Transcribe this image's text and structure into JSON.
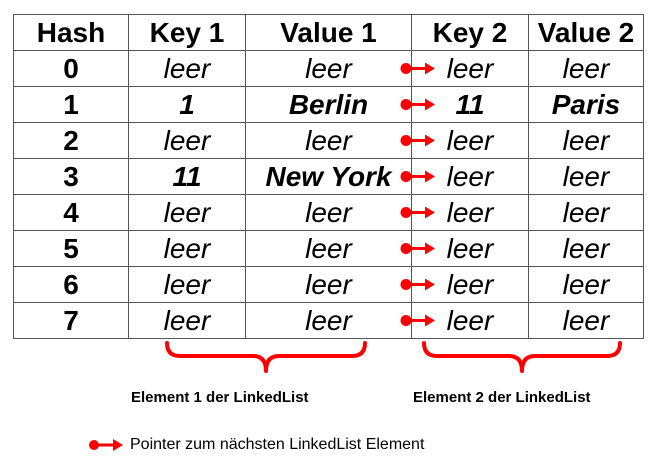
{
  "headers": [
    "Hash",
    "Key 1",
    "Value 1",
    "Key 2",
    "Value 2"
  ],
  "rows": [
    {
      "hash": "0",
      "key1": "leer",
      "value1": "leer",
      "key2": "leer",
      "value2": "leer",
      "filled1": false,
      "filled2": false
    },
    {
      "hash": "1",
      "key1": "1",
      "value1": "Berlin",
      "key2": "11",
      "value2": "Paris",
      "filled1": true,
      "filled2": true
    },
    {
      "hash": "2",
      "key1": "leer",
      "value1": "leer",
      "key2": "leer",
      "value2": "leer",
      "filled1": false,
      "filled2": false
    },
    {
      "hash": "3",
      "key1": "11",
      "value1": "New York",
      "key2": "leer",
      "value2": "leer",
      "filled1": true,
      "filled2": false
    },
    {
      "hash": "4",
      "key1": "leer",
      "value1": "leer",
      "key2": "leer",
      "value2": "leer",
      "filled1": false,
      "filled2": false
    },
    {
      "hash": "5",
      "key1": "leer",
      "value1": "leer",
      "key2": "leer",
      "value2": "leer",
      "filled1": false,
      "filled2": false
    },
    {
      "hash": "6",
      "key1": "leer",
      "value1": "leer",
      "key2": "leer",
      "value2": "leer",
      "filled1": false,
      "filled2": false
    },
    {
      "hash": "7",
      "key1": "leer",
      "value1": "leer",
      "key2": "leer",
      "value2": "leer",
      "filled1": false,
      "filled2": false
    }
  ],
  "labels": {
    "element1": "Element 1 der LinkedList",
    "element2": "Element 2 der LinkedList"
  },
  "legend": {
    "text": "Pointer zum nächsten LinkedList Element"
  },
  "icons": {
    "pointer": "pointer-arrow-icon",
    "brace": "curly-brace-icon"
  },
  "colors": {
    "pointer": "#ff0000",
    "brace": "#ff0000",
    "grid": "#555555"
  }
}
